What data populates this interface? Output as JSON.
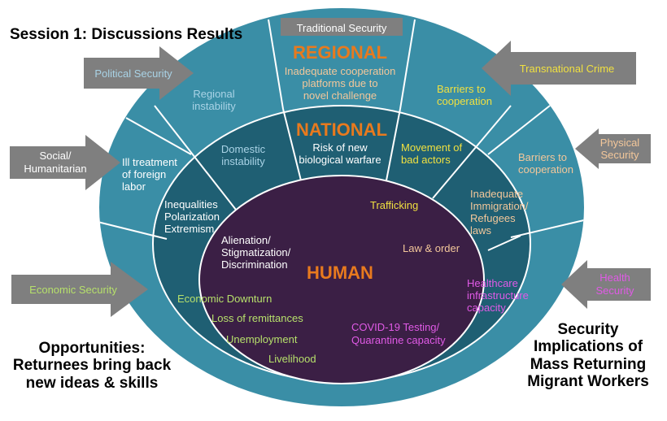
{
  "title": "Session 1: Discussions Results",
  "opportunities": [
    "Opportunities:",
    "Returnees bring back",
    "new ideas & skills"
  ],
  "security_implications": [
    "Security",
    "Implications of",
    "Mass Returning",
    "Migrant Workers"
  ],
  "levels": {
    "regional": "REGIONAL",
    "national": "NATIONAL",
    "human": "HUMAN"
  },
  "arrows": {
    "traditional": "Traditional Security",
    "political": "Political Security",
    "social": [
      "Social/",
      "Humanitarian"
    ],
    "economic": "Economic Security",
    "transnational": "Transnational Crime",
    "physical": [
      "Physical",
      "Security"
    ],
    "health": [
      "Health",
      "Security"
    ]
  },
  "regional_items": {
    "instability": [
      "Regional",
      "instability"
    ],
    "platforms": [
      "Inadequate cooperation",
      "platforms due to",
      "novel challenge"
    ],
    "barriers": [
      "Barriers to",
      "cooperation"
    ],
    "ill_treatment": [
      "Ill treatment",
      "of foreign",
      "labor"
    ],
    "barriers_right": [
      "Barriers to",
      "cooperation"
    ]
  },
  "national_items": {
    "domestic": [
      "Domestic",
      "instability"
    ],
    "biological": [
      "Risk of new",
      "biological warfare"
    ],
    "bad_actors": [
      "Movement of",
      "bad actors"
    ],
    "inequalities": [
      "Inequalities",
      "Polarization",
      "Extremism"
    ],
    "immigration": [
      "Inadequate",
      "Immigration/",
      "Refugees",
      "laws"
    ],
    "downturn": "Economic Downturn",
    "remittances": "Loss of remittances",
    "unemployment": "Unemployment",
    "livelihood": "Livelihood",
    "healthcare": [
      "Healthcare",
      "infrastructure",
      "capacity"
    ]
  },
  "human_items": {
    "trafficking": "Trafficking",
    "alienation": [
      "Alienation/",
      "Stigmatization/",
      "Discrimination"
    ],
    "law_order": "Law & order",
    "covid": [
      "COVID-19 Testing/",
      "Quarantine capacity"
    ]
  },
  "colors": {
    "outer_ring": "#3a8ea6",
    "middle_ring": "#1f5f73",
    "inner_circle": "#3b1f45",
    "arrow": "#7f7f7f",
    "level_title": "#e87a1e",
    "yellow": "#f0e040",
    "light_blue": "#a9d3e6",
    "light_green": "#b6e06b",
    "magenta": "#e05ae6",
    "peach": "#f3c79a"
  }
}
